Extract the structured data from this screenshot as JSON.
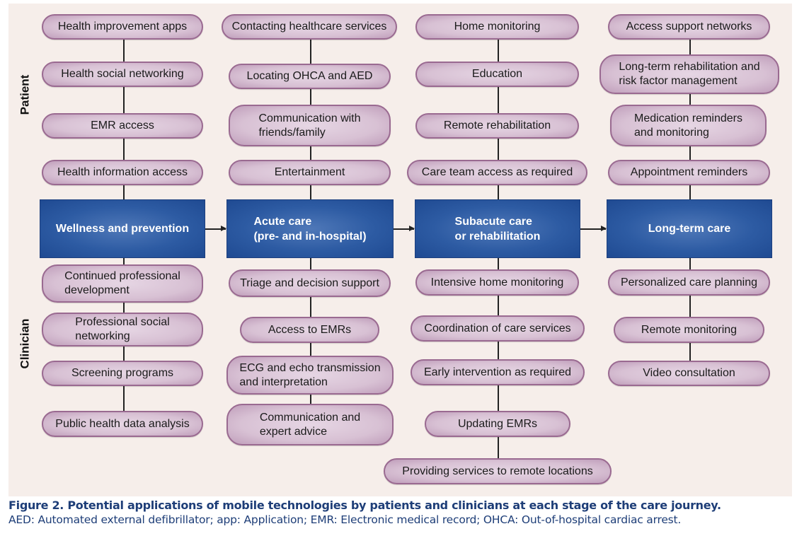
{
  "labels": {
    "patient": "Patient",
    "clinician": "Clinician"
  },
  "stages": [
    "Wellness and prevention",
    "Acute care\n(pre- and in-hospital)",
    "Subacute care\nor rehabilitation",
    "Long-term care"
  ],
  "stage_lines": {
    "s1": [
      "Acute care",
      "(pre- and in-hospital)"
    ],
    "s2": [
      "Subacute care",
      "or rehabilitation"
    ]
  },
  "patient": {
    "c0": [
      "Health improvement apps",
      "Health social networking",
      "EMR access",
      "Health information access"
    ],
    "c1": [
      "Contacting healthcare services",
      "Locating OHCA and AED",
      "Communication with",
      "friends/family",
      "Entertainment"
    ],
    "c2": [
      "Home monitoring",
      "Education",
      "Remote rehabilitation",
      "Care team access as required"
    ],
    "c3": [
      "Access support networks",
      "Long-term rehabilitation and",
      "risk factor management",
      "Medication reminders",
      "and monitoring",
      "Appointment reminders"
    ]
  },
  "clinician": {
    "c0": [
      "Continued professional",
      "development",
      "Professional social",
      "networking",
      "Screening programs",
      "Public health data analysis"
    ],
    "c1": [
      "Triage and decision support",
      "Access to EMRs",
      "ECG and echo transmission",
      "and interpretation",
      "Communication and",
      "expert advice"
    ],
    "c2": [
      "Intensive home monitoring",
      "Coordination of care services",
      "Early intervention as required",
      "Updating EMRs",
      "Providing services to remote locations"
    ],
    "c3": [
      "Personalized care planning",
      "Remote monitoring",
      "Video consultation"
    ]
  },
  "caption": {
    "title": "Figure 2. Potential applications of mobile technologies by patients and clinicians at each stage of the care journey.",
    "note": "AED: Automated external defibrillator; app: Application; EMR: Electronic medical record; OHCA: Out-of-hospital cardiac arrest."
  },
  "colors": {
    "pill": "#d8c1d4",
    "pill_border": "#9a6a91",
    "stage": "#2d5ba3",
    "background": "#f6eeea",
    "caption": "#1e3e78"
  }
}
